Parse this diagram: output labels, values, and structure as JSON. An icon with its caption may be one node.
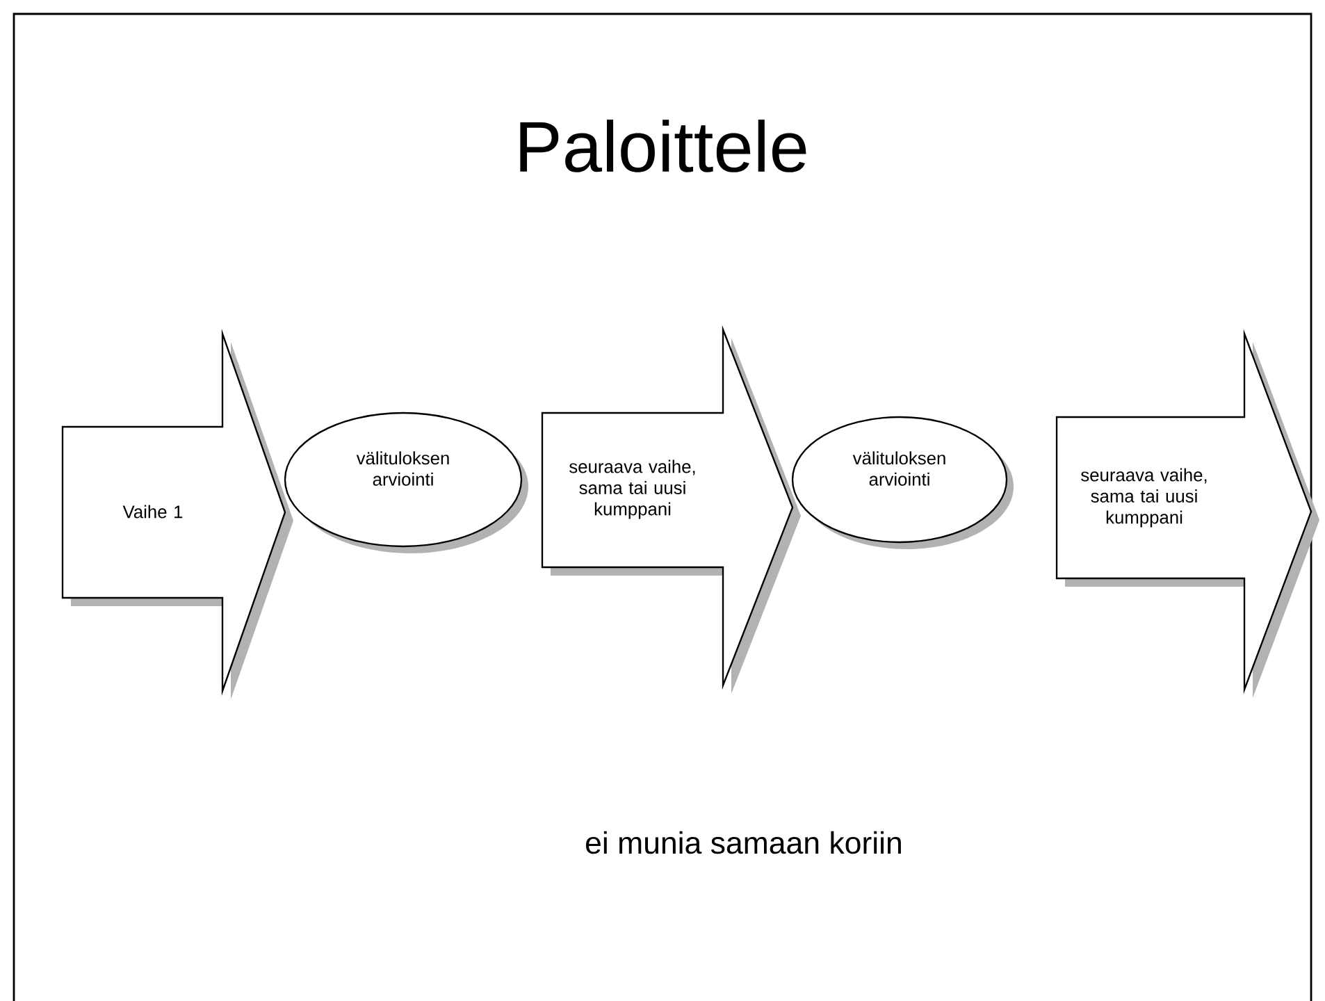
{
  "diagram": {
    "title": "Paloittele",
    "nodes": [
      {
        "text": [
          "Vaihe 1"
        ]
      },
      {
        "text": [
          "välituloksen arviointi"
        ]
      },
      {
        "text": [
          "seuraava vaihe, sama tai uusi kumppani"
        ]
      },
      {
        "text": [
          "välituloksen arviointi"
        ]
      },
      {
        "text": [
          "seuraava vaihe, sama tai uusi kumppani"
        ]
      }
    ],
    "labels": [
      "ei munia samaan koriin"
    ]
  }
}
